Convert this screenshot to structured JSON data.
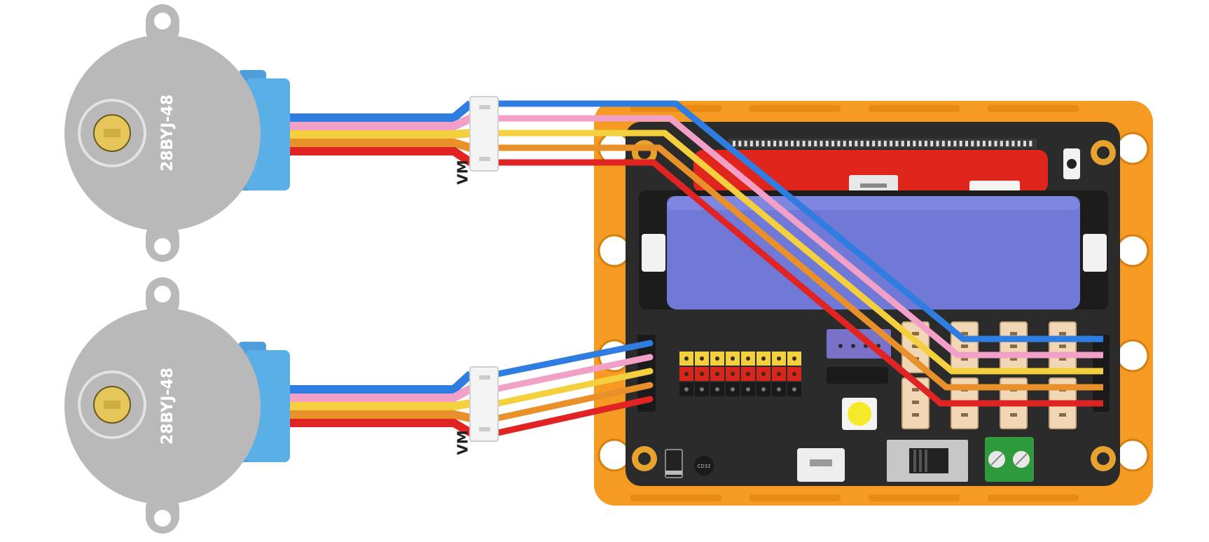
{
  "motor_top": {
    "model": "28BYJ-48"
  },
  "motor_bottom": {
    "model": "28BYJ-48"
  },
  "connector_top": {
    "label": "VM"
  },
  "connector_bottom": {
    "label": "VM"
  },
  "wire_colors": {
    "blue": "#2f7de1",
    "pink": "#f2a0c8",
    "yellow": "#f4d03f",
    "orange": "#e8902a",
    "red": "#e02424"
  },
  "board": {
    "frame_color": "#f59a23",
    "pcb_color": "#2b2b2b",
    "battery_color": "#7079d6",
    "chip_label": "CD32"
  },
  "motor_colors": {
    "body": "#b9b9b9",
    "cap": "#5aafe6",
    "shaft": "#e6c65a"
  }
}
